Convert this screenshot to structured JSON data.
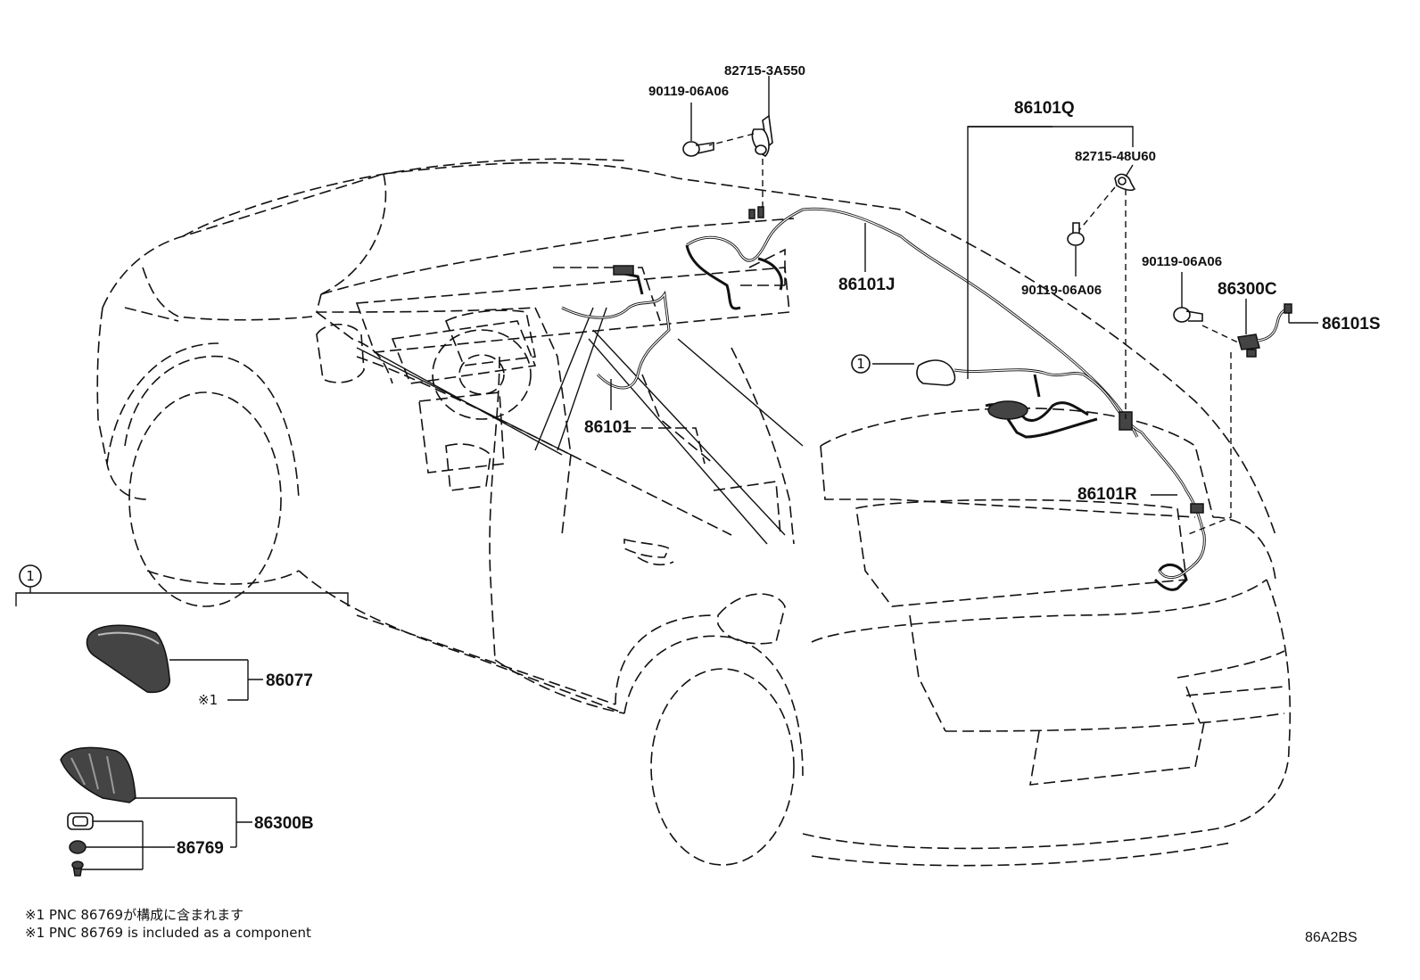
{
  "labels": {
    "p82715_3a550": "82715-3A550",
    "p90119_06a06_top": "90119-06A06",
    "p86101q": "86101Q",
    "p82715_48u60": "82715-48U60",
    "p86101j": "86101J",
    "p90119_06a06_mid": "90119-06A06",
    "p90119_06a06_right": "90119-06A06",
    "p86300c": "86300C",
    "p86101s": "86101S",
    "p86101": "86101",
    "p86101r": "86101R",
    "p86077": "86077",
    "p86300b": "86300B",
    "p86769": "86769"
  },
  "callouts": {
    "circle_1": "1",
    "mark_1": "※1"
  },
  "notes": {
    "jp": "※1 PNC 86769が構成に含まれます",
    "en": "※1 PNC 86769 is included as a component"
  },
  "diagram_code": "86A2BS"
}
